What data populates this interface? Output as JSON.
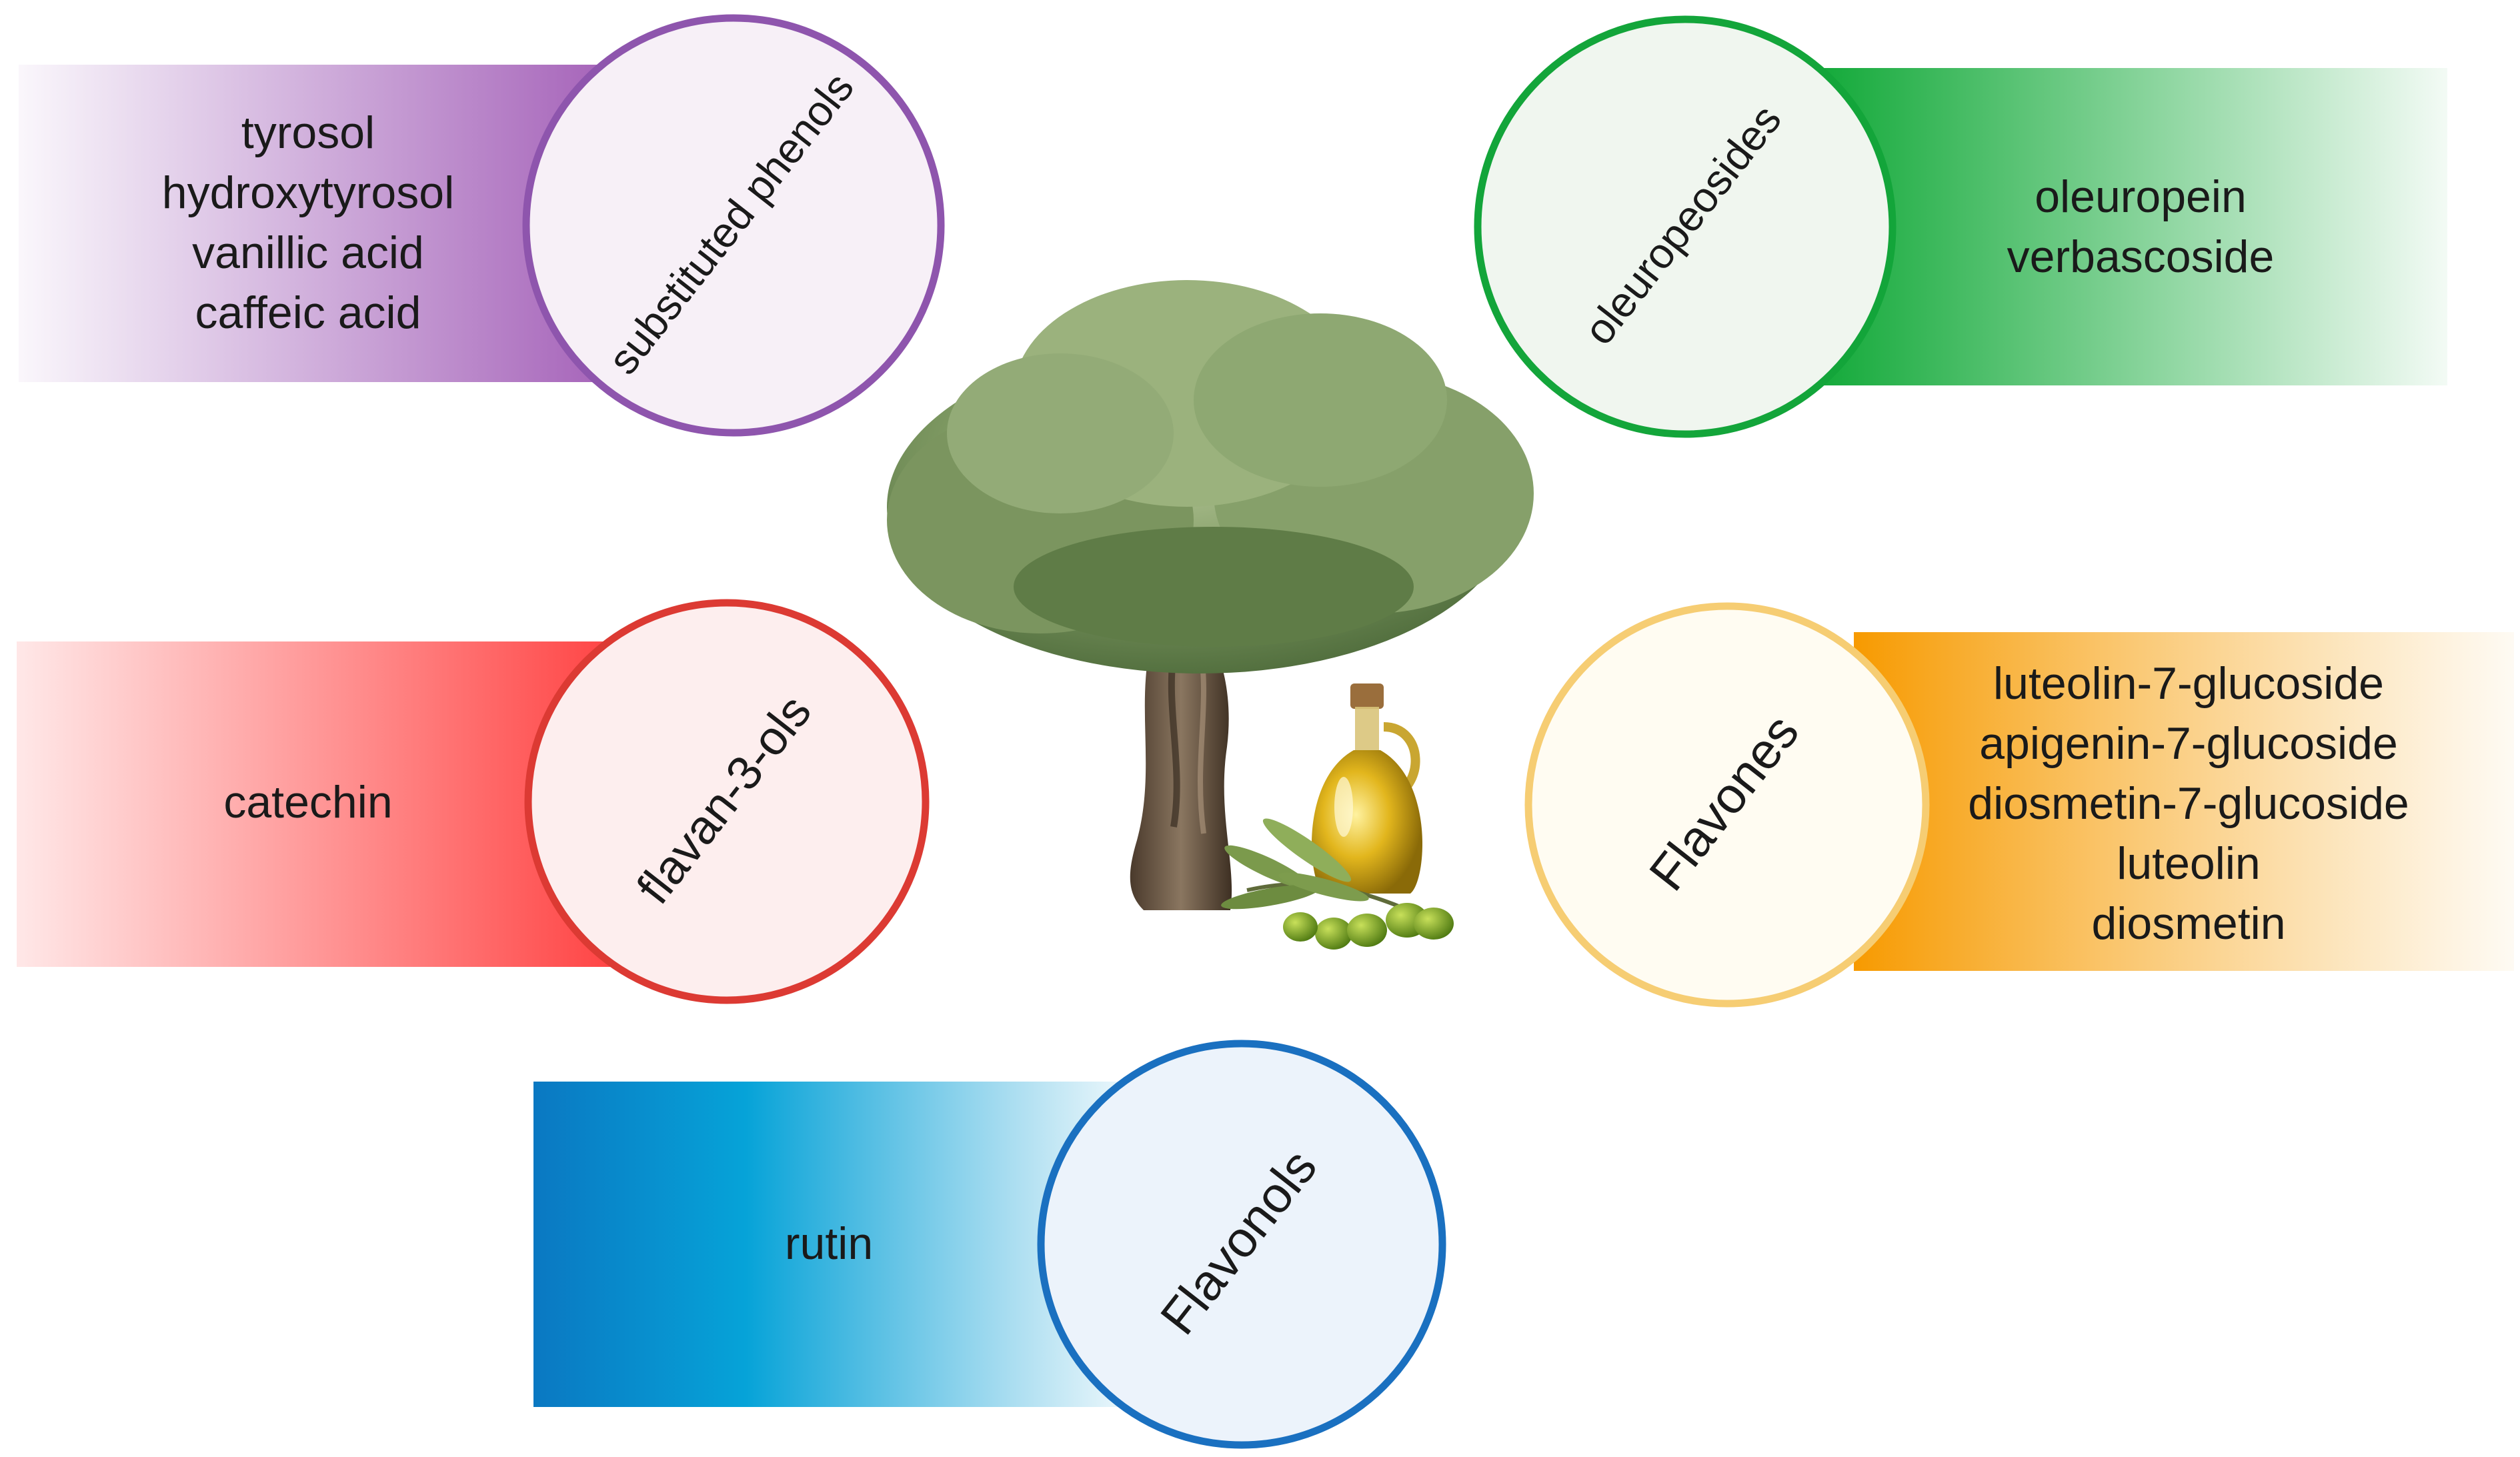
{
  "groups": [
    {
      "id": "substituted-phenols",
      "class_name": "substituted phenols",
      "compounds": [
        "tyrosol",
        "hydroxytyrosol",
        "vanillic acid",
        "caffeic acid"
      ],
      "color": "#9b59b6"
    },
    {
      "id": "oleuropeosides",
      "class_name": "oleuropeosides",
      "compounds": [
        "oleuropein",
        "verbascoside"
      ],
      "color": "#1aaa3a"
    },
    {
      "id": "flavan-3-ols",
      "class_name": "flavan-3-ols",
      "compounds": [
        "catechin"
      ],
      "color": "#e03a3a"
    },
    {
      "id": "flavones",
      "class_name": "Flavones",
      "compounds": [
        "luteolin-7-glucoside",
        "apigenin-7-glucoside",
        "diosmetin-7-glucoside",
        "luteolin",
        "diosmetin"
      ],
      "color": "#f7a21b"
    },
    {
      "id": "flavonols",
      "class_name": "Flavonols",
      "compounds": [
        "rutin"
      ],
      "color": "#1f7ac8"
    }
  ],
  "center_image": {
    "icons": [
      "olive-tree-icon",
      "olive-oil-bottle-icon",
      "olive-branch-icon"
    ]
  }
}
